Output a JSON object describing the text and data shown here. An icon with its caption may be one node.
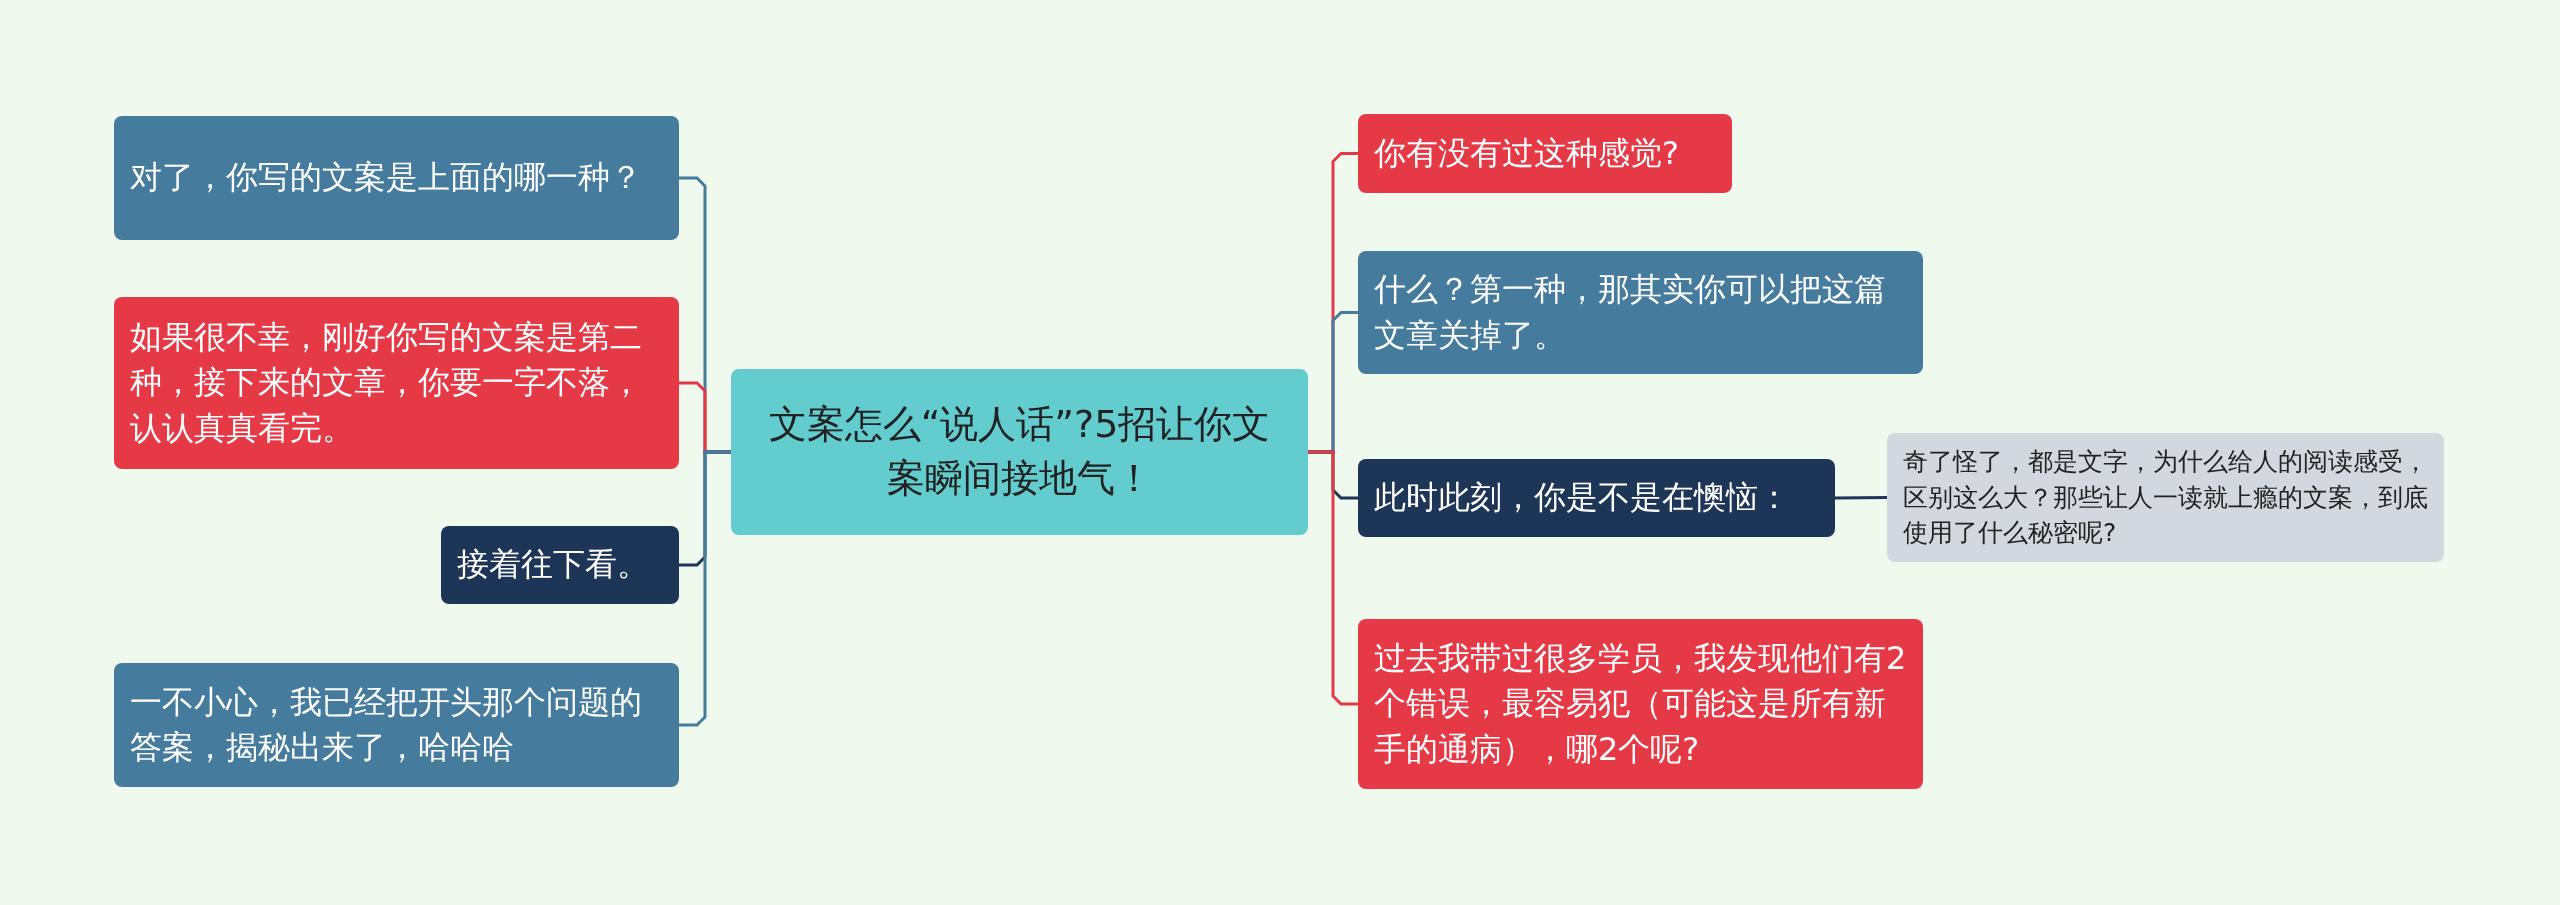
{
  "diagram": {
    "nodes": [
      {
        "text": [
          "文案怎么“说人话”?5招让你文案瞬间接地气！"
        ]
      },
      {
        "text": [
          "对了，你写的文案是上面的哪一种？"
        ]
      },
      {
        "text": [
          "如果很不幸，刚好你写的文案是第二种，接下来的文章，你要一字不落，认认真真看完。"
        ]
      },
      {
        "text": [
          "接着往下看。"
        ]
      },
      {
        "text": [
          "一不小心，我已经把开头那个问题的答案，揭秘出来了，哈哈哈"
        ]
      },
      {
        "text": [
          "你有没有过这种感觉?"
        ]
      },
      {
        "text": [
          "什么？第一种，那其实你可以把这篇文章关掉了。"
        ]
      },
      {
        "text": [
          "此时此刻，你是不是在懊恼："
        ]
      },
      {
        "text": [
          "过去我带过很多学员，我发现他们有2个错误，最容易犯（可能这是所有新手的通病），哪2个呢?"
        ]
      },
      {
        "text": [
          "奇了怪了，都是文字，为什么给人的阅读感受，区别这么大？那些让人一读就上瘾的文案，到底使用了什么秘密呢?"
        ]
      }
    ],
    "edges": [
      {
        "from": 0,
        "to": 1,
        "arrow": "none",
        "color": "#457b9d"
      },
      {
        "from": 0,
        "to": 2,
        "arrow": "none",
        "color": "#e63946"
      },
      {
        "from": 0,
        "to": 3,
        "arrow": "none",
        "color": "#1d3557"
      },
      {
        "from": 0,
        "to": 4,
        "arrow": "none",
        "color": "#457b9d"
      },
      {
        "from": 0,
        "to": 5,
        "arrow": "none",
        "color": "#e63946"
      },
      {
        "from": 0,
        "to": 6,
        "arrow": "none",
        "color": "#457b9d"
      },
      {
        "from": 0,
        "to": 7,
        "arrow": "none",
        "color": "#1d3557"
      },
      {
        "from": 0,
        "to": 8,
        "arrow": "none",
        "color": "#e63946"
      },
      {
        "from": 7,
        "to": 9,
        "arrow": "none",
        "color": "#1d3557"
      }
    ]
  }
}
